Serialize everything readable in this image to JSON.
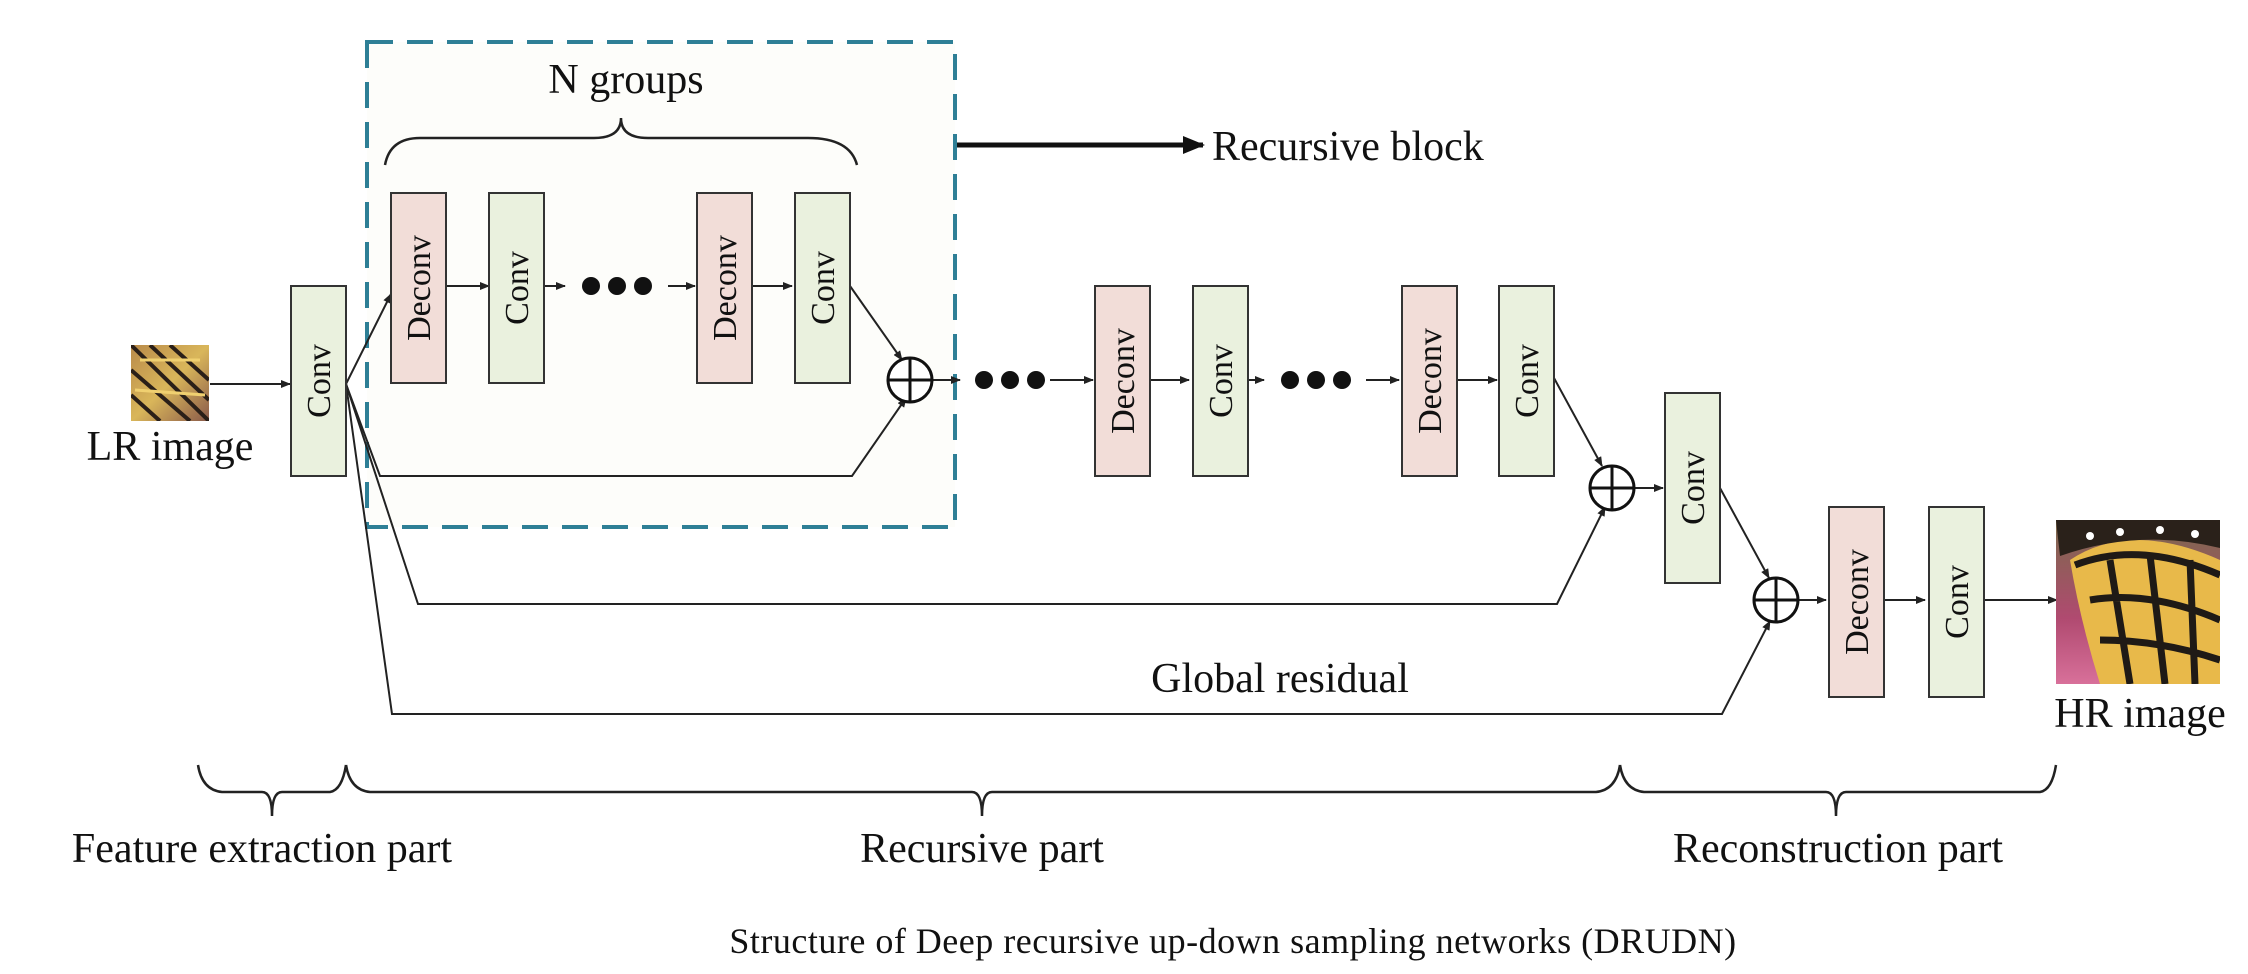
{
  "diagram": {
    "caption": "Structure of Deep recursive up-down sampling networks (DRUDN)",
    "labels": {
      "n_groups": "N groups",
      "recursive_block": "Recursive block",
      "lr_image": "LR image",
      "hr_image": "HR image",
      "global_residual": "Global residual"
    },
    "blocks": {
      "feature_conv": "Conv",
      "g1_deconv": "Deconv",
      "g1_conv": "Conv",
      "g2_deconv": "Deconv",
      "g2_conv": "Conv",
      "r2a_deconv": "Deconv",
      "r2a_conv": "Conv",
      "r2b_deconv": "Deconv",
      "r2b_conv": "Conv",
      "mid_conv": "Conv",
      "rec_deconv": "Deconv",
      "rec_conv": "Conv"
    },
    "parts": {
      "feature": "Feature extraction part",
      "recursive": "Recursive part",
      "reconstruction": "Reconstruction part"
    },
    "colors": {
      "deconv_fill": "#f2ddd8",
      "conv_fill": "#eaf1de",
      "recursive_block_border": "#2e7f96"
    },
    "icons": {
      "adder": "circle-plus-icon",
      "arrow": "arrowhead",
      "lr_image": "butterfly-thumbnail-small",
      "hr_image": "butterfly-thumbnail-large"
    }
  }
}
